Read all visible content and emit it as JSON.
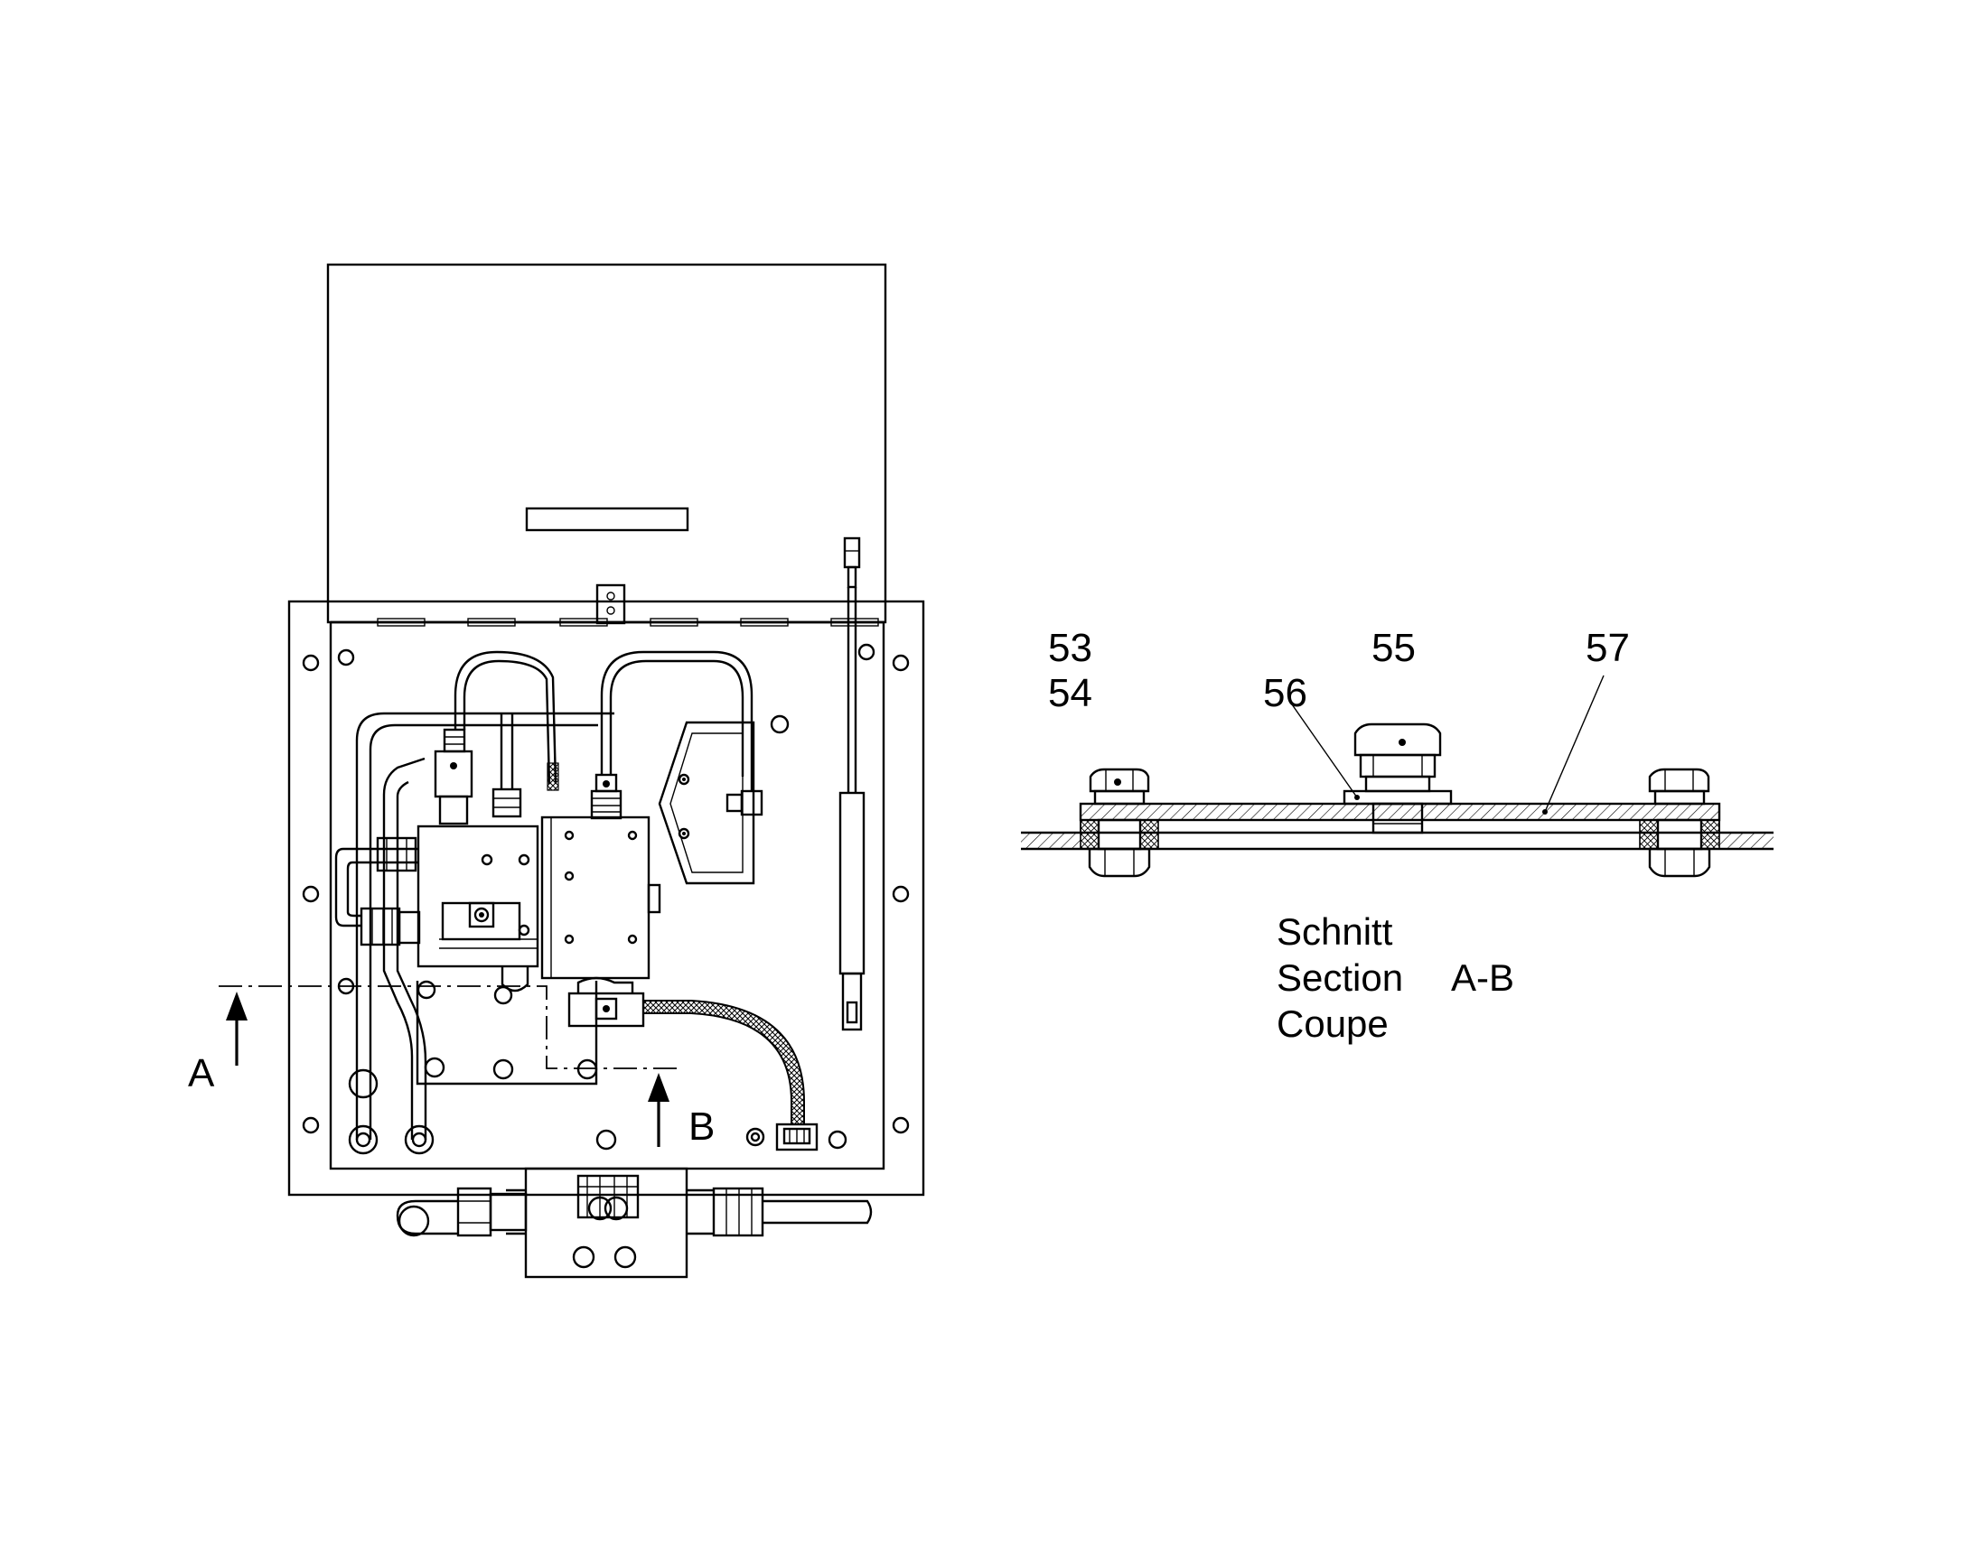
{
  "section_markers": {
    "a": "A",
    "b": "B"
  },
  "part_labels": [
    {
      "key": "p53",
      "text": "53"
    },
    {
      "key": "p54",
      "text": "54"
    },
    {
      "key": "p55",
      "text": "55"
    },
    {
      "key": "p56",
      "text": "56"
    },
    {
      "key": "p57",
      "text": "57"
    }
  ],
  "section_caption": {
    "line1": "Schnitt",
    "line2": "Section",
    "line2_suffix": "A-B",
    "line3": "Coupe"
  }
}
